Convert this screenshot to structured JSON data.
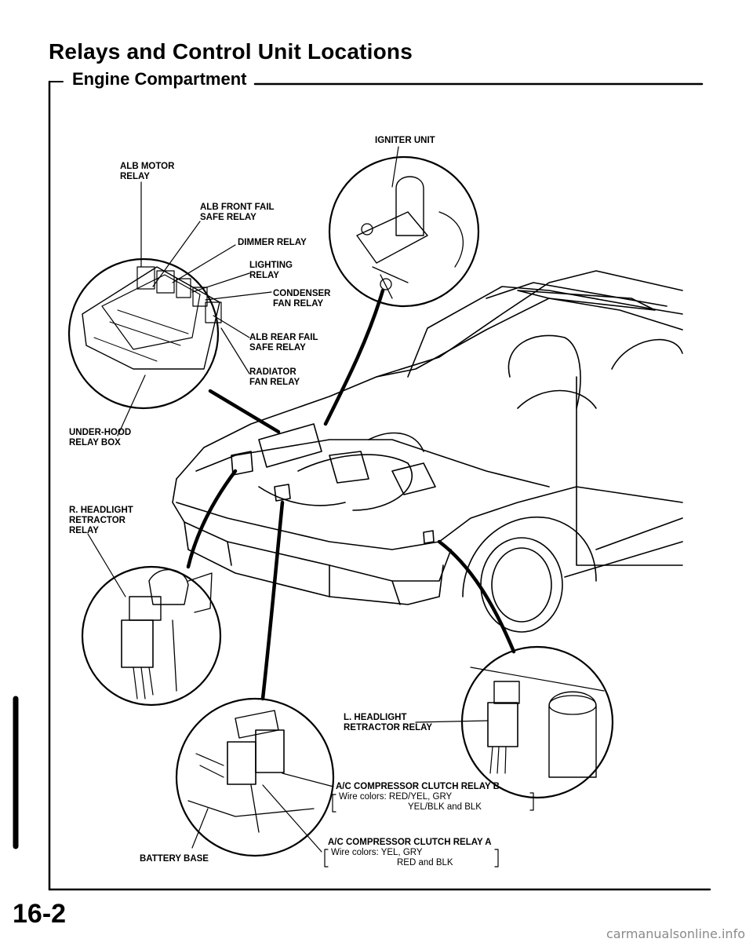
{
  "title": "Relays and Control Unit Locations",
  "section": "Engine Compartment",
  "labels": {
    "igniter_unit": "IGNITER UNIT",
    "alb_motor_relay": [
      "ALB MOTOR",
      "RELAY"
    ],
    "alb_front_fail_safe_relay": [
      "ALB FRONT FAIL",
      "SAFE RELAY"
    ],
    "dimmer_relay": "DIMMER RELAY",
    "lighting_relay": [
      "LIGHTING",
      "RELAY"
    ],
    "condenser_fan_relay": [
      "CONDENSER",
      "FAN RELAY"
    ],
    "alb_rear_fail_safe_relay": [
      "ALB REAR FAIL",
      "SAFE RELAY"
    ],
    "radiator_fan_relay": [
      "RADIATOR",
      "FAN RELAY"
    ],
    "under_hood_relay_box": [
      "UNDER-HOOD",
      "RELAY BOX"
    ],
    "r_headlight_retractor_relay": [
      "R. HEADLIGHT",
      "RETRACTOR",
      "RELAY"
    ],
    "l_headlight_retractor_relay": [
      "L. HEADLIGHT",
      "RETRACTOR RELAY"
    ],
    "ac_relay_b": {
      "name": "A/C COMPRESSOR CLUTCH RELAY B",
      "wire_line1": "Wire colors: RED/YEL, GRY",
      "wire_line2": "YEL/BLK and BLK"
    },
    "ac_relay_a": {
      "name": "A/C COMPRESSOR CLUTCH RELAY A",
      "wire_line1": "Wire colors: YEL, GRY",
      "wire_line2": "RED and BLK"
    },
    "battery_base": "BATTERY BASE"
  },
  "page_number": "16-2",
  "footer": "carmanualsonline.info"
}
